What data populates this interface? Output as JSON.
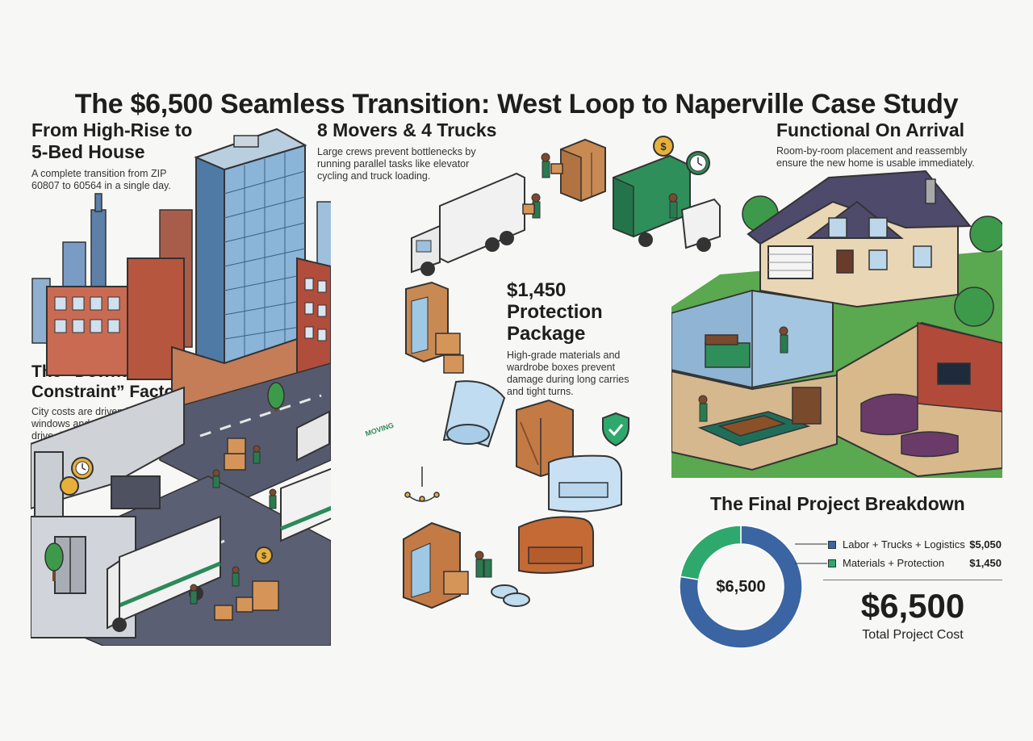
{
  "title": "The $6,500 Seamless Transition: West Loop to Naperville Case Study",
  "high_rise": {
    "heading": "From High-Rise to 5-Bed House",
    "body": "A complete transition from ZIP 60807 to 60564 in a single day."
  },
  "movers": {
    "heading": "8 Movers & 4 Trucks",
    "body": "Large crews prevent bottlenecks by running parallel tasks like elevator cycling and truck loading."
  },
  "arrival": {
    "heading": "Functional On Arrival",
    "body": "Room-by-room placement and reassembly ensure the new home is usable immediately."
  },
  "protection": {
    "heading": "$1,450 Protection Package",
    "body": "High-grade materials and wardrobe boxes prevent damage during long carries and tight turns."
  },
  "downtown": {
    "heading": "The “Downtown Constraint” Factor",
    "body": "City costs are driven by elevator windows and curb access, not the drive distance."
  },
  "truck_sign": "MOVING",
  "breakdown": {
    "heading": "The Final Project Breakdown",
    "center_label": "$6,500",
    "total": "$6,500",
    "total_label": "Total Project Cost",
    "items": [
      {
        "label": "Labor + Trucks + Logistics",
        "value": "$5,050",
        "amount": 5050,
        "color": "#3a64a2"
      },
      {
        "label": "Materials + Protection",
        "value": "$1,450",
        "amount": 1450,
        "color": "#2ea86c"
      }
    ]
  }
}
